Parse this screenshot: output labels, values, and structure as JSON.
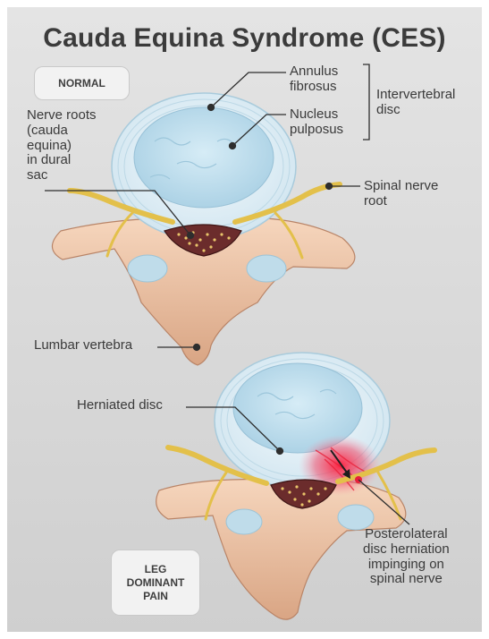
{
  "title": "Cauda Equina Syndrome (CES)",
  "badges": {
    "normal": "NORMAL",
    "leg_pain": "LEG\nDOMINANT\nPAIN"
  },
  "labels": {
    "annulus": "Annulus\nfibrosus",
    "nucleus": "Nucleus\npulposus",
    "intervertebral": "Intervertebral\ndisc",
    "nerve_roots": "Nerve roots\n(cauda\nequina)\nin dural\nsac",
    "spinal_nerve_root": "Spinal nerve\nroot",
    "lumbar_vertebra": "Lumbar vertebra",
    "herniated_disc": "Herniated disc",
    "posterolateral": "Posterolateral\ndisc herniation\nimpinging on\nspinal nerve"
  },
  "colors": {
    "disc_outer": "#dfeef6",
    "disc_inner": "#c5e1ef",
    "bone": "#f0c8a8",
    "bone_shadow": "#c9977a",
    "nerve": "#e3c04a",
    "dural": "#6b2c2c",
    "hernia": "#e8203a"
  }
}
